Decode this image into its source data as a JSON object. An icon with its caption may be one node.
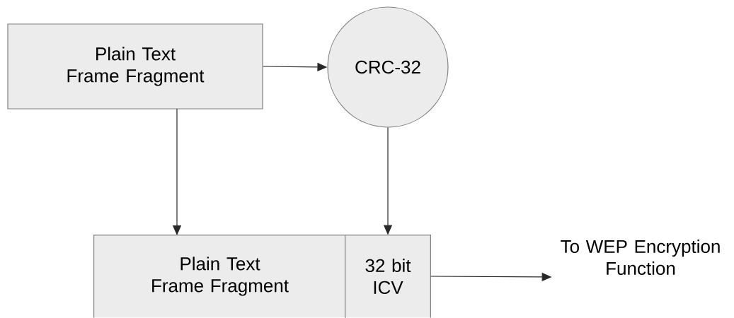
{
  "diagram": {
    "nodes": [
      {
        "text": [
          "Plain Text Frame Fragment"
        ]
      },
      {
        "text": [
          "CRC-32"
        ]
      },
      {
        "text": [
          "Plain Text Frame Fragment"
        ]
      },
      {
        "text": [
          "32 bit ICV"
        ]
      },
      {
        "text": [
          "To WEP Encryption Function"
        ]
      }
    ],
    "edges": [
      {
        "from": 0,
        "to": 1,
        "arrow": "to"
      },
      {
        "from": 0,
        "to": 2,
        "arrow": "to"
      },
      {
        "from": 1,
        "to": 3,
        "arrow": "to"
      },
      {
        "from": 3,
        "to": 4,
        "arrow": "to"
      }
    ]
  }
}
